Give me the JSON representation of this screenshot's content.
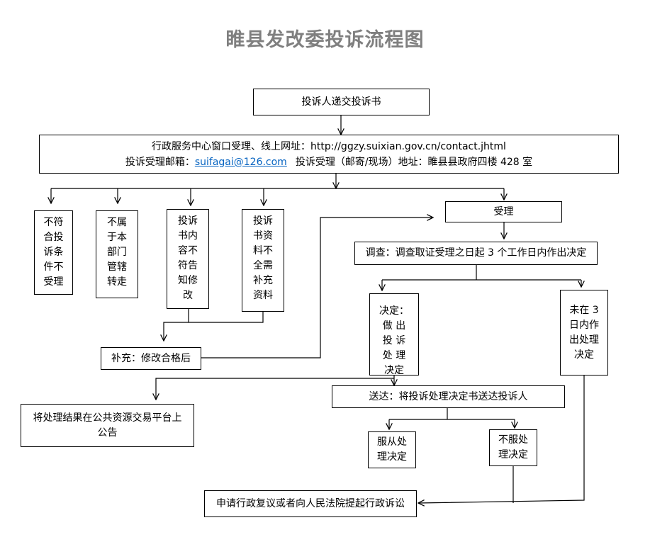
{
  "title": "睢县发改委投诉流程图",
  "nodes": {
    "submit": "投诉人递交投诉书",
    "service_line1": "行政服务中心窗口受理、线上网址：http://ggzy.suixian.gov.cn/contact.jhtml",
    "service_line2_prefix": "投诉受理邮箱：",
    "service_email": "suifagai@126.com",
    "service_line2_suffix": "投诉受理（邮寄/现场）地址：睢县县政府四楼 428 室",
    "not_eligible": "不符合投诉条件不受理",
    "not_jurisdiction": "不属于本部门管辖转走",
    "content_mismatch": "投诉书内容不符告知修改",
    "incomplete": "投诉书资料不全需补充资料",
    "supplement": "补充：修改合格后",
    "accept": "受理",
    "investigate": "调查：调查取证受理之日起 3 个工作日内作出决定",
    "decision": "决定：做 出 投 诉 处 理 决定",
    "no_decision": "未在 3 日内作出处理决定",
    "deliver": "送达：将投诉处理决定书送达投诉人",
    "publish_line1": "将处理结果在公共资源交易平台上",
    "publish_line2": "公告",
    "comply": "服从处理决定",
    "disagree": "不服处理决定",
    "appeal": "申请行政复议或者向人民法院提起行政诉讼"
  }
}
